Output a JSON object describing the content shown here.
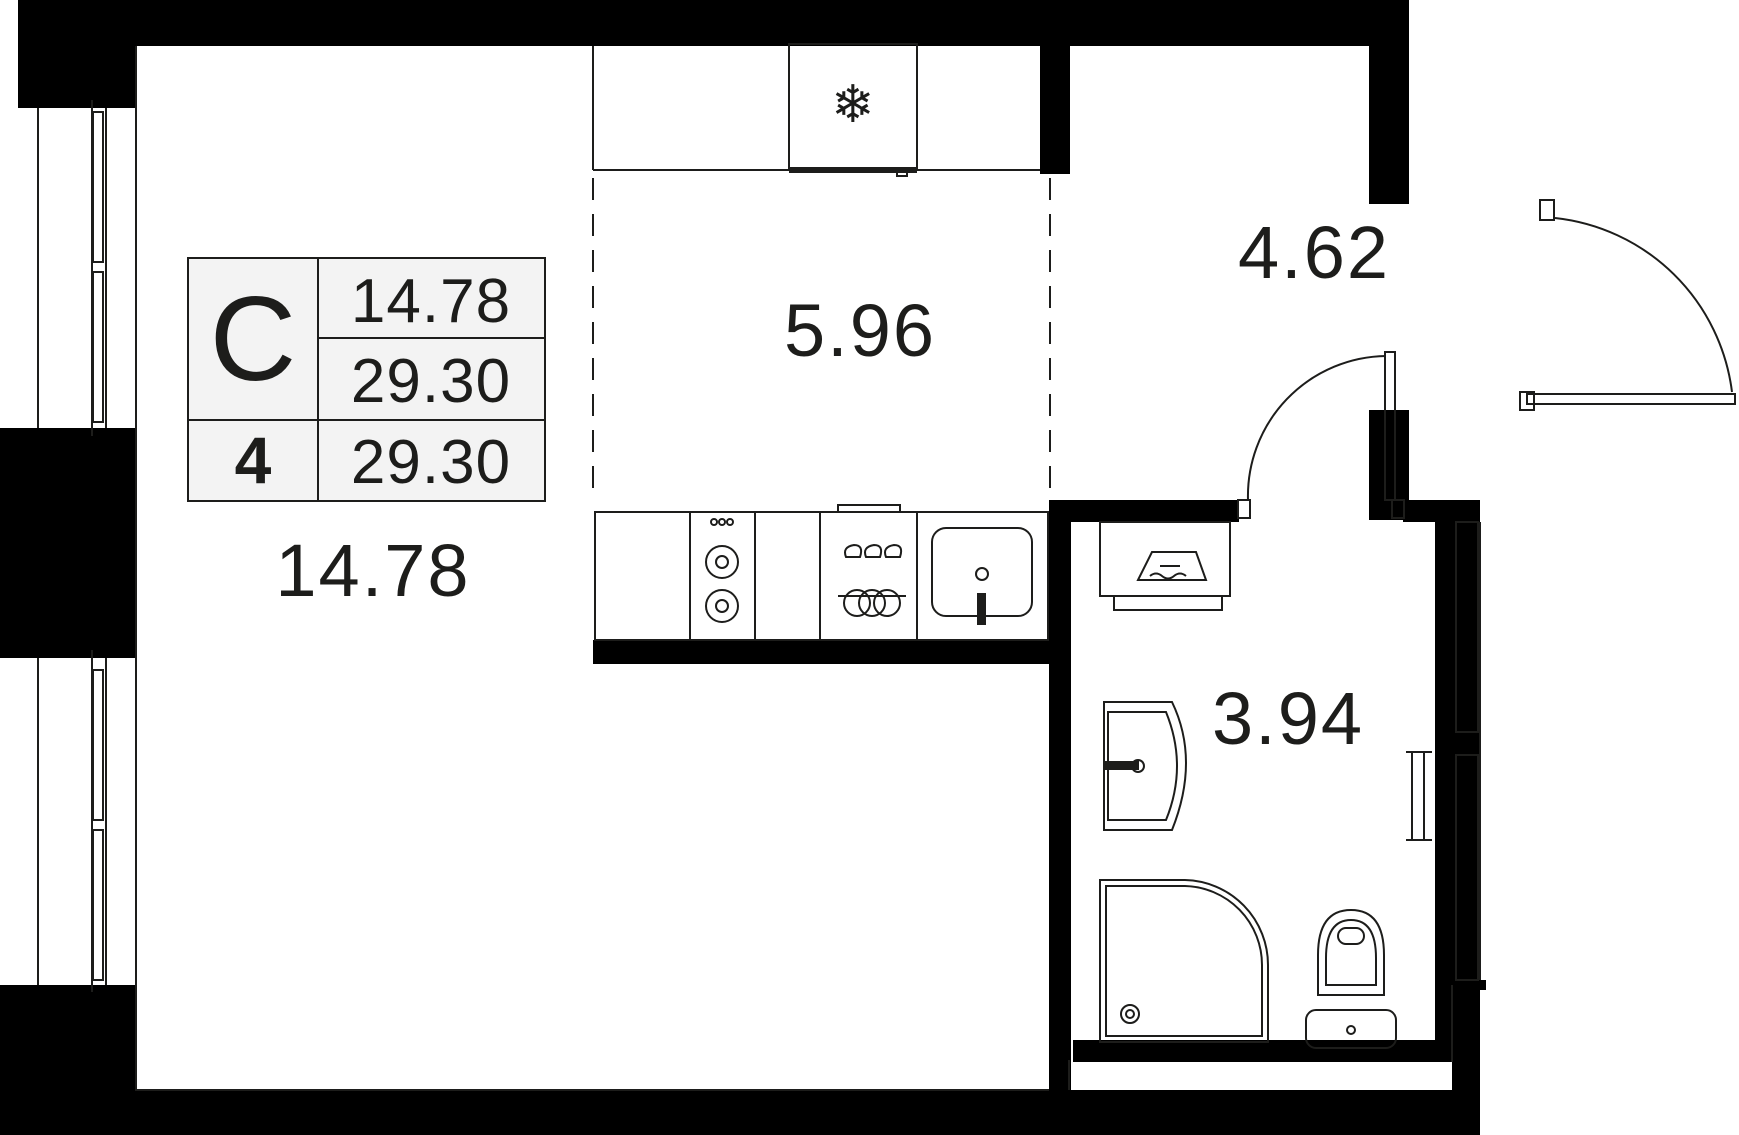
{
  "plan": {
    "rooms": {
      "living": {
        "area": "14.78"
      },
      "kitchen": {
        "area": "5.96"
      },
      "hall": {
        "area": "4.62"
      },
      "bath": {
        "area": "3.94"
      }
    },
    "legend": {
      "type_letter": "C",
      "number": "4",
      "living_area": "14.78",
      "total_area": "29.30",
      "total_area_2": "29.30"
    },
    "icons": {
      "fridge": "snowflake-icon",
      "colors": {
        "wall": "#000000",
        "line": "#1d1d1b",
        "fill": "#ffffff",
        "legend_bg": "#f3f3f3"
      }
    }
  }
}
